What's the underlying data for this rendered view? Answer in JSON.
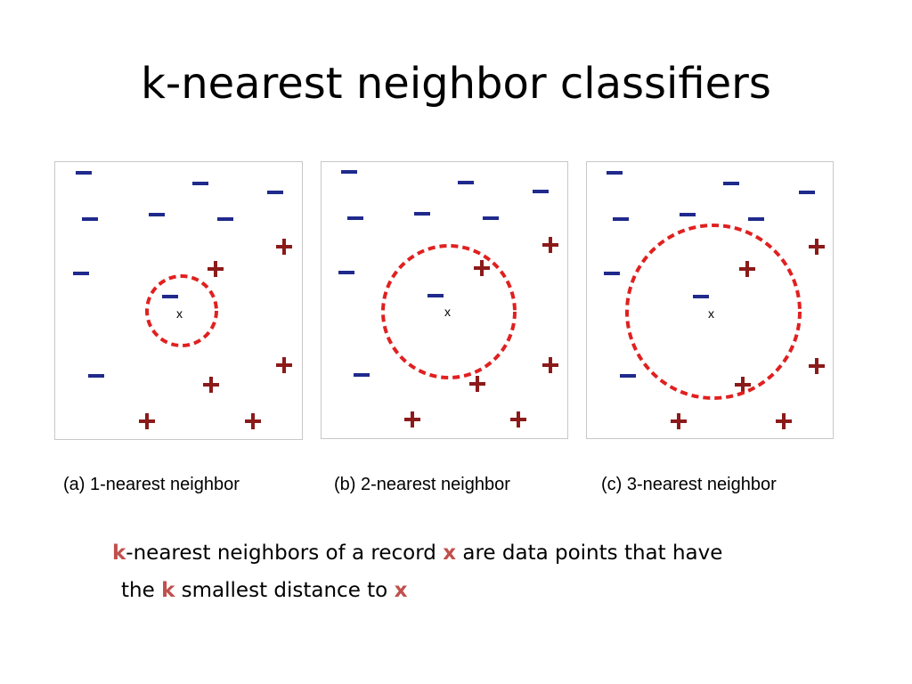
{
  "slide": {
    "title": "k-nearest neighbor classifiers",
    "description": {
      "line1": {
        "k": "k",
        "text1": "-nearest neighbors of a record ",
        "x": "x",
        "text2": " are data points that have"
      },
      "line2": {
        "text1": "the ",
        "k": "k",
        "text2": " smallest distance to ",
        "x": "x"
      }
    }
  },
  "colors": {
    "negative": "#1f2a8c",
    "positive": "#8b1a1a",
    "circle": "#e02020",
    "accent": "#c0504d"
  },
  "panels": [
    {
      "caption": "(a) 1-nearest neighbor",
      "query_label": "x",
      "k": 1
    },
    {
      "caption": "(b) 2-nearest neighbor",
      "query_label": "x",
      "k": 2
    },
    {
      "caption": "(c) 3-nearest neighbor",
      "query_label": "x",
      "k": 3
    }
  ],
  "symbols": {
    "negative": "–",
    "positive": "+"
  }
}
